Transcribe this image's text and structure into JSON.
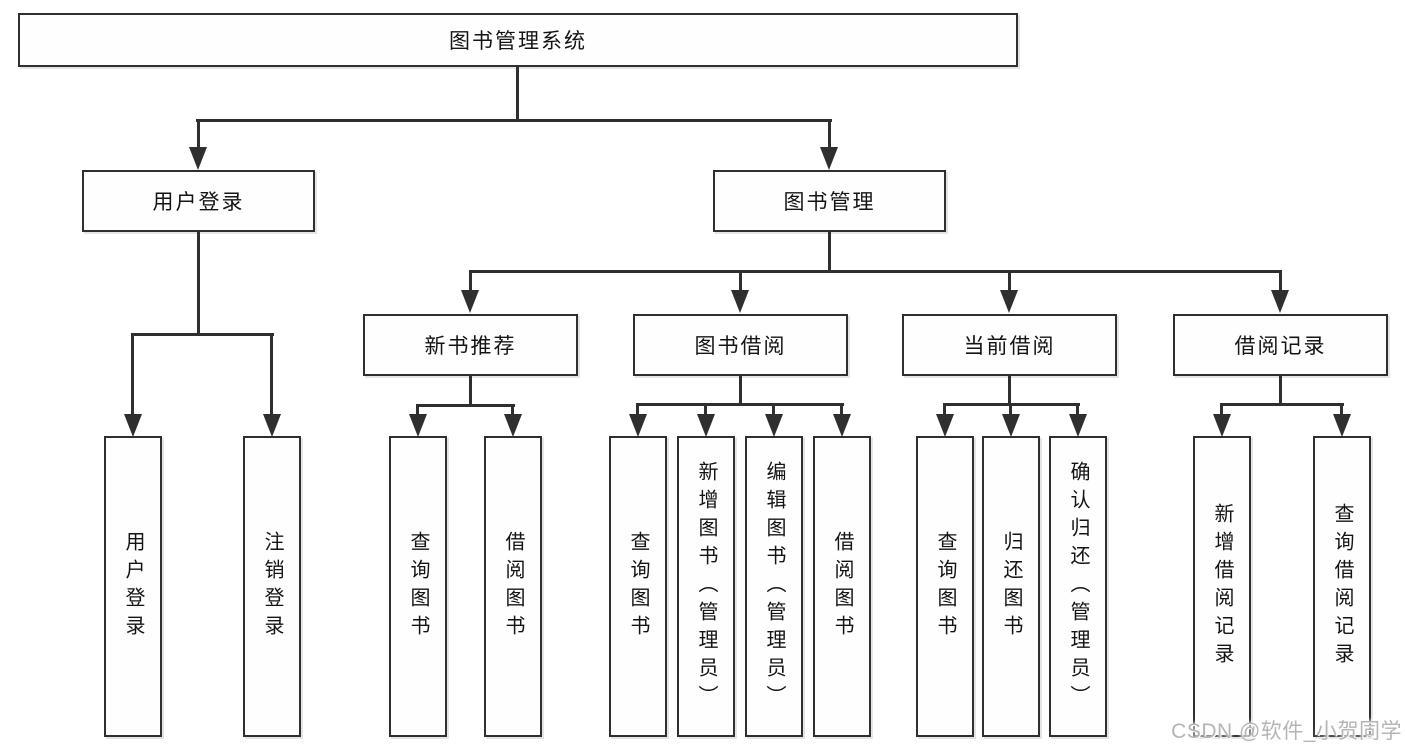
{
  "diagram": {
    "watermark": "CSDN @软件_小贺同学",
    "colors": {
      "background": "#ffffff",
      "line": "#2f2f2f",
      "box_border": "#2f2f2f",
      "text": "#141414",
      "watermark": "#b6b4b4"
    },
    "root": {
      "label": "图书管理系统"
    },
    "level1": [
      {
        "label": "用户登录"
      },
      {
        "label": "图书管理"
      }
    ],
    "level2": [
      {
        "label": "新书推荐",
        "parent": "图书管理"
      },
      {
        "label": "图书借阅",
        "parent": "图书管理"
      },
      {
        "label": "当前借阅",
        "parent": "图书管理"
      },
      {
        "label": "借阅记录",
        "parent": "图书管理"
      }
    ],
    "leaves": [
      {
        "label": "用户登录",
        "parent": "用户登录"
      },
      {
        "label": "注销登录",
        "parent": "用户登录"
      },
      {
        "label": "查询图书",
        "parent": "新书推荐"
      },
      {
        "label": "借阅图书",
        "parent": "新书推荐"
      },
      {
        "label": "查询图书",
        "parent": "图书借阅"
      },
      {
        "label": "新增图书（管理员）",
        "parent": "图书借阅"
      },
      {
        "label": "编辑图书（管理员）",
        "parent": "图书借阅"
      },
      {
        "label": "借阅图书",
        "parent": "图书借阅"
      },
      {
        "label": "查询图书",
        "parent": "当前借阅"
      },
      {
        "label": "归还图书",
        "parent": "当前借阅"
      },
      {
        "label": "确认归还（管理员）",
        "parent": "当前借阅"
      },
      {
        "label": "新增借阅记录",
        "parent": "借阅记录"
      },
      {
        "label": "查询借阅记录",
        "parent": "借阅记录"
      }
    ]
  }
}
